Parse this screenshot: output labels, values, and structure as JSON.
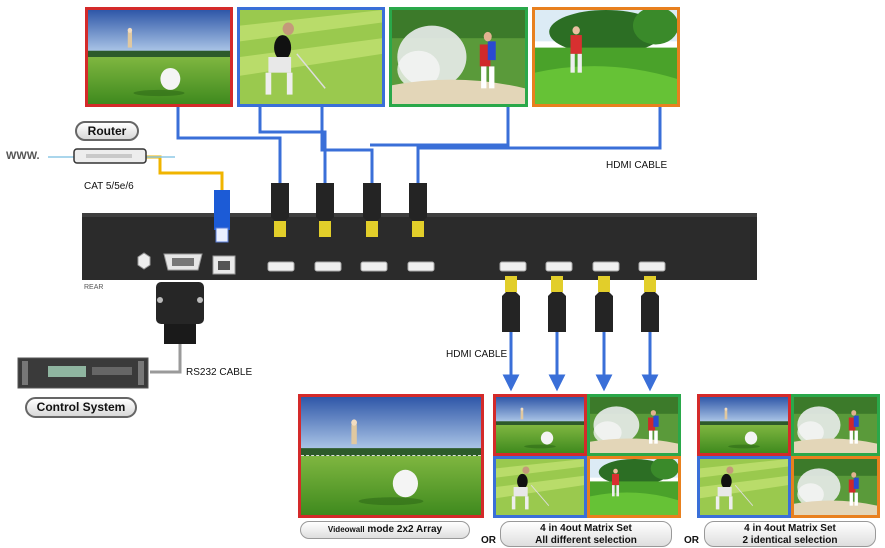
{
  "labels": {
    "www": "WWW.",
    "router": "Router",
    "cat": "CAT 5/5e/6",
    "hdmi_top": "HDMI CABLE",
    "rear": "REAR",
    "hdmi_bottom": "HDMI CABLE",
    "rs232": "RS232 CABLE",
    "control_system": "Control System"
  },
  "outputs": {
    "videowall_prefix": "Videowall",
    "videowall_rest": " mode 2x2 Array",
    "or1": "OR",
    "matrix1_line1": "4 in 4out Matrix Set",
    "matrix1_line2": "All different selection",
    "or2": "OR",
    "matrix2_line1": "4 in 4out Matrix Set",
    "matrix2_line2": "2 identical selection"
  },
  "colors": {
    "source1_border": "#d42a2a",
    "source2_border": "#3a6fd8",
    "source3_border": "#2aa84a",
    "source4_border": "#e8801e",
    "device_body": "#2b2b2b",
    "hdmi_cable": "#3a6fd8",
    "lan_cable": "#f0b400",
    "arrow": "#3a6fd8"
  },
  "icons": [
    "router-icon",
    "hdmi-plug-icon",
    "rj45-plug-icon",
    "db9-connector-icon",
    "control-unit-icon",
    "arrow-down-icon"
  ]
}
